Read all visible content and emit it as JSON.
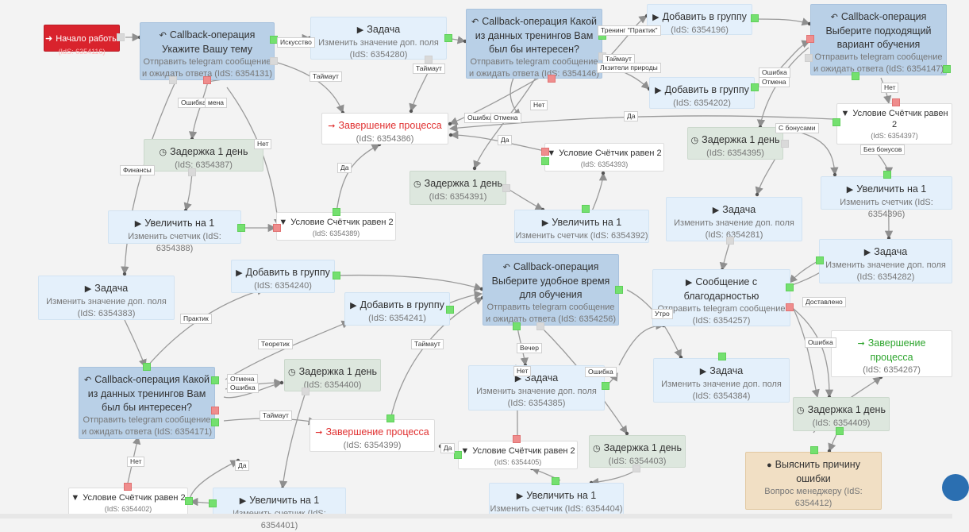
{
  "nodes": {
    "start": {
      "title": "Начало работы",
      "id": "(IdS: 6354116)"
    },
    "cb_theme": {
      "title": "Callback-операция\nУкажите Вашу тему",
      "sub": "Отправить telegram сообщение\nи ожидать ответа (IdS: 6354131)"
    },
    "task_6354280": {
      "title": "Задача",
      "sub": "Изменить значение доп. поля\n(IdS: 6354280)"
    },
    "cb_trainings_top": {
      "title": "Callback-операция Какой\nиз данных тренингов Вам\nбыл бы интересен?",
      "sub": "Отправить telegram сообщение\nи ожидать ответа (IdS: 6354146)"
    },
    "group_6354196": {
      "title": "Добавить в группу",
      "sub": "(IdS: 6354196)"
    },
    "cb_variant": {
      "title": "Callback-операция\nВыберите подходящий\nвариант обучения",
      "sub": "Отправить telegram сообщение\nи ожидать ответа (IdS: 6354147)"
    },
    "end_6354386": {
      "title": "Завершение процесса",
      "sub": "(IdS: 6354386)"
    },
    "group_6354202": {
      "title": "Добавить в группу",
      "sub": "(IdS: 6354202)"
    },
    "delay_6354387": {
      "title": "Задержка 1 день",
      "sub": "(IdS: 6354387)"
    },
    "cond_6354393": {
      "title": "Условие Счётчик равен 2",
      "sub": "(IdS: 6354393)"
    },
    "delay_6354395": {
      "title": "Задержка 1 день",
      "sub": "(IdS: 6354395)"
    },
    "cond_6354397": {
      "title": "Условие Счётчик равен\n2",
      "sub": "(IdS: 6354397)"
    },
    "delay_6354391": {
      "title": "Задержка 1 день",
      "sub": "(IdS: 6354391)"
    },
    "inc_6354388": {
      "title": "Увеличить на 1",
      "sub": "Изменить счетчик (IdS: 6354388)"
    },
    "cond_6354389": {
      "title": "Условие Счётчик равен 2",
      "sub": "(IdS: 6354389)"
    },
    "inc_6354392": {
      "title": "Увеличить на 1",
      "sub": "Изменить счетчик (IdS: 6354392)"
    },
    "task_6354281": {
      "title": "Задача",
      "sub": "Изменить значение доп. поля\n(IdS: 6354281)"
    },
    "inc_6354396": {
      "title": "Увеличить на 1",
      "sub": "Изменить счетчик (IdS: 6354396)"
    },
    "task_6354282": {
      "title": "Задача",
      "sub": "Изменить значение доп. поля\n(IdS: 6354282)"
    },
    "group_6354240": {
      "title": "Добавить в группу",
      "sub": "(IdS: 6354240)"
    },
    "task_6354383": {
      "title": "Задача",
      "sub": "Изменить значение доп. поля\n(IdS: 6354383)"
    },
    "group_6354241": {
      "title": "Добавить в группу",
      "sub": "(IdS: 6354241)"
    },
    "cb_time": {
      "title": "Callback-операция\nВыберите удобное время\nдля обучения",
      "sub": "Отправить telegram сообщение\nи ожидать ответа (IdS: 6354256)"
    },
    "msg_6354257": {
      "title": "Сообщение с\nблагодарностью",
      "sub": "Отправить telegram сообщение\n(IdS: 6354257)"
    },
    "end_6354267": {
      "title": "Завершение\nпроцесса",
      "sub": "(IdS: 6354267)"
    },
    "cb_trainings_bottom": {
      "title": "Callback-операция Какой\nиз данных тренингов Вам\nбыл бы интересен?",
      "sub": "Отправить telegram сообщение\nи ожидать ответа (IdS: 6354171)"
    },
    "delay_6354400": {
      "title": "Задержка 1 день",
      "sub": "(IdS: 6354400)"
    },
    "task_6354385": {
      "title": "Задача",
      "sub": "Изменить значение доп. поля\n(IdS: 6354385)"
    },
    "task_6354384": {
      "title": "Задача",
      "sub": "Изменить значение доп. поля\n(IdS: 6354384)"
    },
    "delay_6354409": {
      "title": "Задержка 1 день",
      "sub": "(IdS: 6354409)"
    },
    "end_6354399": {
      "title": "Завершение процесса",
      "sub": "(IdS: 6354399)"
    },
    "cond_6354405": {
      "title": "Условие Счётчик равен 2",
      "sub": "(IdS: 6354405)"
    },
    "delay_6354403": {
      "title": "Задержка 1 день",
      "sub": "(IdS: 6354403)"
    },
    "manager_6354412": {
      "title": "Выяснить причину\nошибки",
      "sub": "Вопрос менеджеру (IdS:\n6354412)"
    },
    "cond_6354402": {
      "title": "Условие Счётчик равен 2",
      "sub": "(IdS: 6354402)"
    },
    "inc_6354401": {
      "title": "Увеличить на 1",
      "sub": "Изменить счетчик (IdS: 6354401)"
    },
    "inc_6354404": {
      "title": "Увеличить на 1",
      "sub": "Изменить счетчик (IdS: 6354404)"
    }
  },
  "edge_labels": {
    "iskusstvo": "Искусство",
    "taimaut_1": "Таймаут",
    "oshibka_1": "Ошибка",
    "mena": "мена",
    "finansy": "Финансы",
    "net_1": "Нет",
    "da_1": "Да",
    "taimaut_2": "Таймаут",
    "trening_praktik": "Тренинг \"Практик\"",
    "taimaut_3": "Таймаут",
    "lyuditeli": "Лкзители природы",
    "oshibka_2": "Ошибка",
    "otmena_1": "Отмена",
    "net_2": "Нет",
    "da_2": "Да",
    "da_3": "Да",
    "oshibka_3": "Ошибка",
    "otmena_2": "Отмена",
    "net_3": "Нет",
    "s_bonusami": "С бонусами",
    "bez_bonusov": "Без бонусов",
    "praktik": "Практик",
    "teoretik": "Теоретик",
    "taimaut_4": "Таймаут",
    "otmena_3": "Отмена",
    "oshibka_4": "Ошибка",
    "taimaut_5": "Таймаут",
    "vecher": "Вечер",
    "net_4": "Нет",
    "oshibka_5": "Ошибка",
    "utro": "Утро",
    "dostavleno": "Доставлено",
    "oshibka_6": "Ошибка",
    "da_4": "Да",
    "da_5": "Да",
    "net_5": "Нет"
  },
  "colors": {
    "canvas": "#f3f3f3",
    "task": "#e4f0fb",
    "callback": "#b9d0e7",
    "delay": "#dde7de",
    "start": "#d9232d",
    "manager": "#f1dfc4",
    "end_text": "#e03030",
    "end_text_green": "#2ea52e",
    "port_ok": "#74e06f",
    "port_fail": "#ef8d8d",
    "edge": "#8a8a8a"
  }
}
